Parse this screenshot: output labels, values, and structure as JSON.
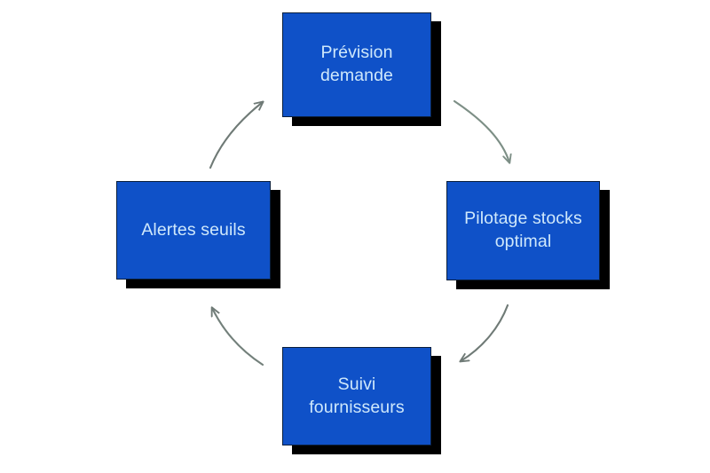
{
  "diagram": {
    "type": "cycle",
    "title": "",
    "background_color": "#ffffff",
    "node_fill_color": "#0f51c8",
    "node_border_color": "#0a1f3d",
    "node_text_color": "#cfe8fb",
    "node_shadow_color": "#000000",
    "arrow_color": "#7d8f86",
    "nodes": [
      {
        "id": "previsiondemande",
        "label": "Prévision\ndemande",
        "position": "top"
      },
      {
        "id": "pilotagestocks",
        "label": "Pilotage stocks\noptimal",
        "position": "right"
      },
      {
        "id": "suivifournisseurs",
        "label": "Suivi\nfournisseurs",
        "position": "bottom"
      },
      {
        "id": "alertesseuils",
        "label": "Alertes seuils",
        "position": "left"
      }
    ],
    "arrows": [
      {
        "id": "arrow-top-to-right",
        "from": "previsiondemande",
        "to": "pilotagestocks"
      },
      {
        "id": "arrow-right-to-bottom",
        "from": "pilotagestocks",
        "to": "suivifournisseurs"
      },
      {
        "id": "arrow-bottom-to-left",
        "from": "suivifournisseurs",
        "to": "alertesseuils"
      },
      {
        "id": "arrow-left-to-top",
        "from": "alertesseuils",
        "to": "previsiondemande"
      }
    ]
  }
}
